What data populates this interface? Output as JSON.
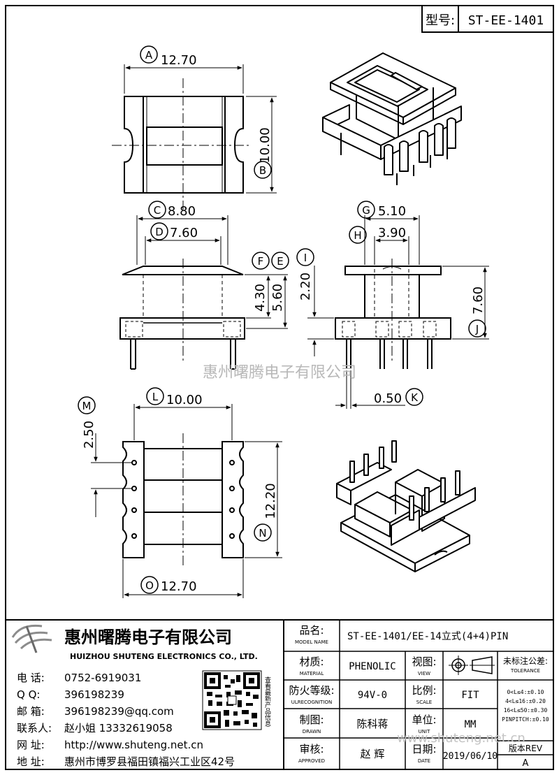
{
  "model_tag": {
    "label": "型号:",
    "value": "ST-EE-1401"
  },
  "watermark": "惠州曙腾电子有限公司",
  "dims": {
    "A": {
      "letter": "A",
      "value": "12.70"
    },
    "B": {
      "letter": "B",
      "value": "10.00"
    },
    "C": {
      "letter": "C",
      "value": "8.80"
    },
    "D": {
      "letter": "D",
      "value": "7.60"
    },
    "E": {
      "letter": "E",
      "value": "5.60"
    },
    "F": {
      "letter": "F",
      "value": "4.30"
    },
    "G": {
      "letter": "G",
      "value": "5.10"
    },
    "H": {
      "letter": "H",
      "value": "3.90"
    },
    "I": {
      "letter": "I",
      "value": "2.20"
    },
    "J": {
      "letter": "J",
      "value": "7.60"
    },
    "K": {
      "letter": "K",
      "value": "0.50"
    },
    "L": {
      "letter": "L",
      "value": "10.00"
    },
    "M": {
      "letter": "M",
      "value": "2.50"
    },
    "N": {
      "letter": "N",
      "value": "12.20"
    },
    "O": {
      "letter": "O",
      "value": "12.70"
    }
  },
  "company": {
    "name_cn": "惠州曙腾电子有限公司",
    "name_en": "HUIZHOU SHUTENG ELECTRONICS CO., LTD.",
    "contacts": [
      {
        "label": "电    话:",
        "value": "0752-6919031"
      },
      {
        "label": "Q      Q:",
        "value": "396198239"
      },
      {
        "label": "邮    箱:",
        "value": "396198239@qq.com"
      },
      {
        "label": "联系人:",
        "value": "赵小姐 13332619058"
      },
      {
        "label": "网    址:",
        "value": "http://www.shuteng.net.cn"
      },
      {
        "label": "地    址:",
        "value": "惠州市博罗县福田镇福兴工业区42号"
      }
    ],
    "qr_caption": "查看最新产品信息"
  },
  "title_block": {
    "model_name": {
      "label_cn": "品名:",
      "label_en": "MODEL NAME",
      "value": "ST-EE-1401/EE-14立式(4+4)PIN"
    },
    "material": {
      "label_cn": "材质:",
      "label_en": "MATERIAL",
      "value": "PHENOLIC"
    },
    "view": {
      "label_cn": "视图:",
      "label_en": "VIEW"
    },
    "flame": {
      "label_cn": "防火等级:",
      "label_en": "ULRECOGNITION",
      "value": "94V-0"
    },
    "scale": {
      "label_cn": "比例:",
      "label_en": "SCALE",
      "value": "FIT"
    },
    "drawn": {
      "label_cn": "制图:",
      "label_en": "DRAWN",
      "value": "陈科蒋"
    },
    "unit": {
      "label_cn": "单位:",
      "label_en": "UNIT",
      "value": "MM"
    },
    "approved": {
      "label_cn": "审核:",
      "label_en": "APPROVED",
      "value": "赵    辉"
    },
    "date": {
      "label_cn": "日期:",
      "label_en": "DATE",
      "value": "2019/06/10"
    },
    "tolerance": {
      "title": "未标注公差:",
      "subtitle": "TOLERANCE",
      "rows": [
        "0<L≤4:±0.10",
        "4<L≤16:±0.20",
        "16<L≤50:±0.30",
        "PINPITCH:±0.10"
      ]
    },
    "rev": {
      "label": "版本REV",
      "value": "A"
    },
    "site_watermark": "www.shuteng.net.cn"
  }
}
